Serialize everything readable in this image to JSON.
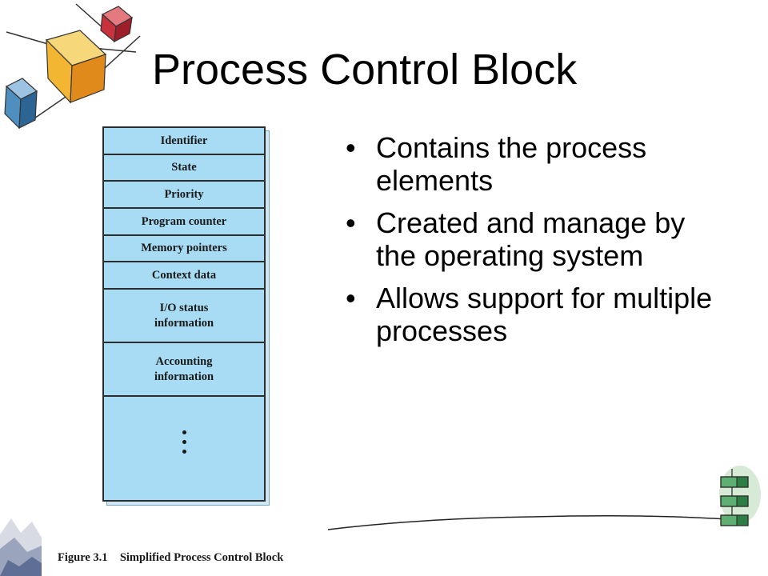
{
  "slide": {
    "title": "Process Control Block",
    "bullets": [
      "Contains the process elements",
      "Created and manage by the operating system",
      "Allows support for multiple processes"
    ]
  },
  "figure": {
    "fields": [
      "Identifier",
      "State",
      "Priority",
      "Program counter",
      "Memory pointers",
      "Context data",
      "I/O status information",
      "Accounting information"
    ],
    "caption_label": "Figure 3.1",
    "caption_text": "Simplified Process Control Block"
  },
  "colors": {
    "block_fill": "#a7dcf4",
    "block_border": "#2d2d2d",
    "accent_orange": "#f2b632",
    "accent_blue": "#4e8fc0",
    "accent_red": "#d0424a",
    "accent_green": "#3a9a57"
  },
  "icons": [
    "tumbling-cubes-icon",
    "stacked-boxes-icon",
    "mountain-icon"
  ]
}
